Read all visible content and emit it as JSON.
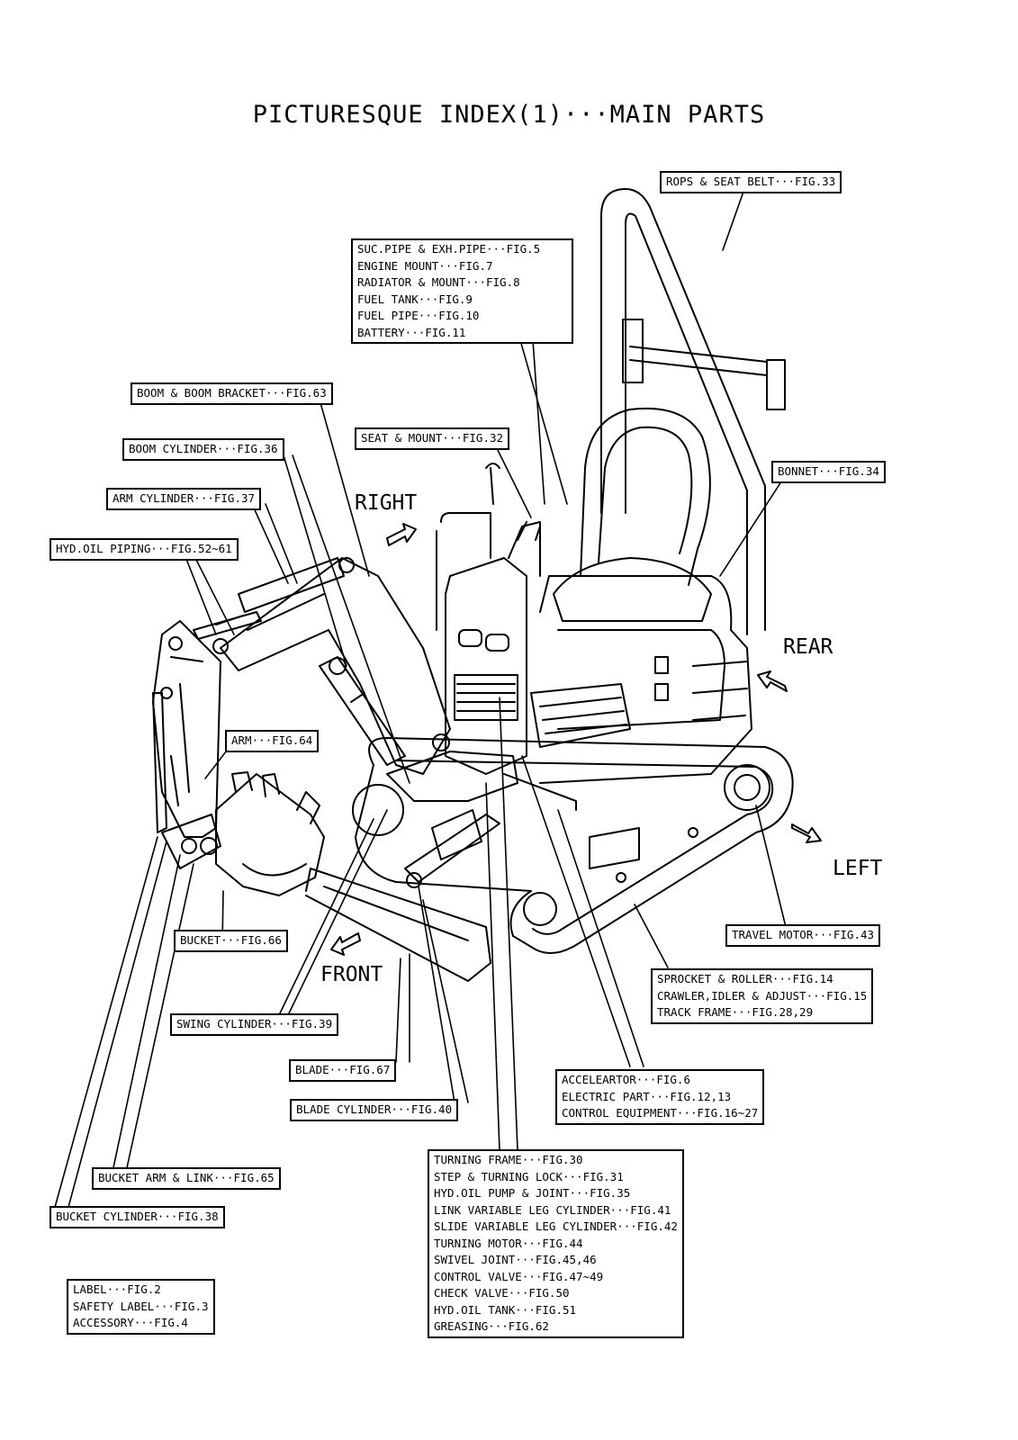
{
  "title": "PICTURESQUE INDEX(1)···MAIN PARTS",
  "directions": {
    "right": "RIGHT",
    "rear": "REAR",
    "left": "LEFT",
    "front": "FRONT"
  },
  "labels": {
    "rops": [
      "ROPS & SEAT BELT···FIG.33"
    ],
    "engine": [
      "SUC.PIPE & EXH.PIPE···FIG.5",
      "ENGINE MOUNT···FIG.7",
      "RADIATOR & MOUNT···FIG.8",
      "FUEL TANK···FIG.9",
      "FUEL PIPE···FIG.10",
      "BATTERY···FIG.11"
    ],
    "boom_bracket": [
      "BOOM & BOOM BRACKET···FIG.63"
    ],
    "boom_cylinder": [
      "BOOM CYLINDER···FIG.36"
    ],
    "seat": [
      "SEAT & MOUNT···FIG.32"
    ],
    "bonnet": [
      "BONNET···FIG.34"
    ],
    "arm_cylinder": [
      "ARM CYLINDER···FIG.37"
    ],
    "hyd_piping": [
      "HYD.OIL PIPING···FIG.52~61"
    ],
    "arm": [
      "ARM···FIG.64"
    ],
    "travel_motor": [
      "TRAVEL MOTOR···FIG.43"
    ],
    "bucket": [
      "BUCKET···FIG.66"
    ],
    "sprocket": [
      "SPROCKET & ROLLER···FIG.14",
      "CRAWLER,IDLER & ADJUST···FIG.15",
      "TRACK FRAME···FIG.28,29"
    ],
    "swing_cylinder": [
      "SWING CYLINDER···FIG.39"
    ],
    "blade": [
      "BLADE···FIG.67"
    ],
    "accelerator": [
      "ACCELEARTOR···FIG.6",
      "ELECTRIC PART···FIG.12,13",
      "CONTROL EQUIPMENT···FIG.16~27"
    ],
    "blade_cylinder": [
      "BLADE CYLINDER···FIG.40"
    ],
    "turning_frame": [
      "TURNING FRAME···FIG.30",
      "STEP & TURNING LOCK···FIG.31",
      "HYD.OIL PUMP & JOINT···FIG.35",
      "LINK VARIABLE LEG CYLINDER···FIG.41",
      "SLIDE VARIABLE LEG CYLINDER···FIG.42",
      "TURNING MOTOR···FIG.44",
      "SWIVEL JOINT···FIG.45,46",
      "CONTROL VALVE···FIG.47~49",
      "CHECK VALVE···FIG.50",
      "HYD.OIL TANK···FIG.51",
      "GREASING···FIG.62"
    ],
    "bucket_arm_link": [
      "BUCKET ARM & LINK···FIG.65"
    ],
    "bucket_cylinder": [
      "BUCKET CYLINDER···FIG.38"
    ],
    "misc": [
      "LABEL···FIG.2",
      "SAFETY LABEL···FIG.3",
      "ACCESSORY···FIG.4"
    ]
  }
}
